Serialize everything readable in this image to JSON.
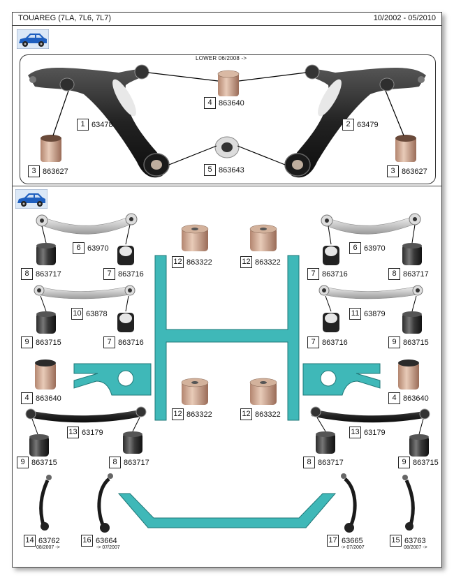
{
  "header": {
    "model": "TOUAREG (7LA, 7L6, 7L7)",
    "period": "10/2002 - 05/2010"
  },
  "front": {
    "note": "LOWER  06/2008 ->",
    "labels": [
      {
        "n": "1",
        "code": "63478"
      },
      {
        "n": "2",
        "code": "63479"
      },
      {
        "n": "4",
        "code": "863640"
      },
      {
        "n": "5",
        "code": "863643"
      },
      {
        "n": "3",
        "code": "863627"
      },
      {
        "n": "3",
        "code": "863627"
      }
    ]
  },
  "rear": {
    "labels": [
      {
        "n": "6",
        "code": "63970"
      },
      {
        "n": "6",
        "code": "63970"
      },
      {
        "n": "8",
        "code": "863717"
      },
      {
        "n": "7",
        "code": "863716"
      },
      {
        "n": "12",
        "code": "863322"
      },
      {
        "n": "12",
        "code": "863322"
      },
      {
        "n": "7",
        "code": "863716"
      },
      {
        "n": "8",
        "code": "863717"
      },
      {
        "n": "10",
        "code": "63878"
      },
      {
        "n": "11",
        "code": "63879"
      },
      {
        "n": "9",
        "code": "863715"
      },
      {
        "n": "7",
        "code": "863716"
      },
      {
        "n": "7",
        "code": "863716"
      },
      {
        "n": "9",
        "code": "863715"
      },
      {
        "n": "4",
        "code": "863640"
      },
      {
        "n": "4",
        "code": "863640"
      },
      {
        "n": "12",
        "code": "863322"
      },
      {
        "n": "12",
        "code": "863322"
      },
      {
        "n": "13",
        "code": "63179"
      },
      {
        "n": "13",
        "code": "63179"
      },
      {
        "n": "9",
        "code": "863715"
      },
      {
        "n": "8",
        "code": "863717"
      },
      {
        "n": "8",
        "code": "863717"
      },
      {
        "n": "9",
        "code": "863715"
      },
      {
        "n": "14",
        "code": "63762"
      },
      {
        "n": "16",
        "code": "63664"
      },
      {
        "n": "17",
        "code": "63665"
      },
      {
        "n": "15",
        "code": "63763"
      }
    ],
    "subnotes": [
      "08/2007 ->",
      "-> 07/2007",
      "-> 07/2007",
      "08/2007 ->"
    ]
  },
  "colors": {
    "subframe": "#3fb8b8",
    "car": "#1e5fbf",
    "bushing": "#c99a8a"
  }
}
